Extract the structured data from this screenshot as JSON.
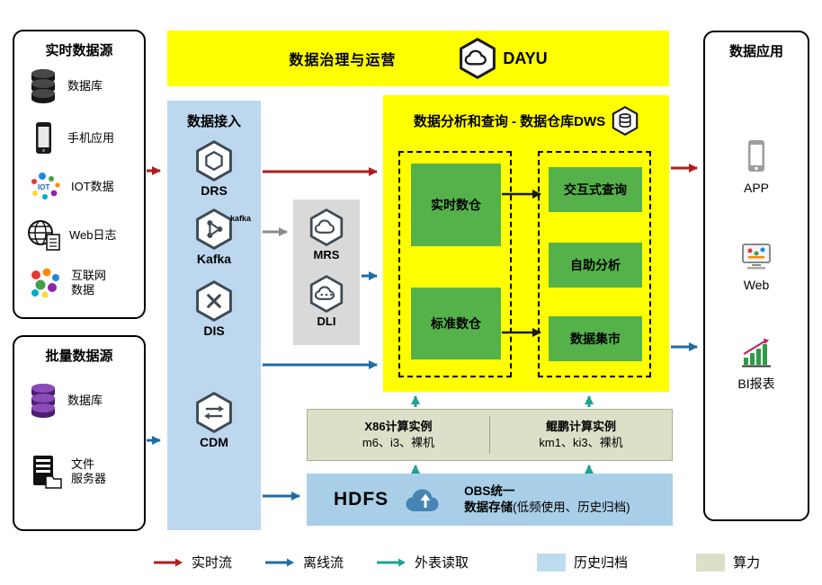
{
  "palette": {
    "highlight_yellow": "#FFFF00",
    "warehouse_green": "#55B24B",
    "ingestion_blue": "#BDD7EE",
    "lake_gray": "#D9D9D9",
    "instance_olive": "#DDE0C9",
    "storage_blue": "#A9CFE8",
    "flow_red": "#AF1E1E",
    "flow_blue": "#1F6BA5",
    "flow_teal": "#1BA393"
  },
  "realtime_sources": {
    "title": "实时数据源",
    "items": [
      {
        "label": "数据库",
        "icon": "database-icon"
      },
      {
        "label": "手机应用",
        "icon": "mobile-icon"
      },
      {
        "label": "IOT数据",
        "icon": "iot-icon"
      },
      {
        "label": "Web日志",
        "icon": "web-log-icon"
      },
      {
        "label": "互联网\n数据",
        "icon": "internet-data-icon"
      }
    ]
  },
  "batch_sources": {
    "title": "批量数据源",
    "items": [
      {
        "label": "数据库",
        "icon": "database-purple-icon"
      },
      {
        "label": "文件\n服务器",
        "icon": "file-server-icon"
      }
    ]
  },
  "governance": {
    "title": "数据治理与运营",
    "product": "DAYU"
  },
  "ingestion": {
    "title": "数据接入",
    "services": [
      {
        "name": "DRS"
      },
      {
        "name": "Kafka",
        "logo_text": "kafka"
      },
      {
        "name": "DIS"
      },
      {
        "name": "CDM"
      }
    ]
  },
  "lake_services": [
    {
      "name": "MRS"
    },
    {
      "name": "DLI"
    }
  ],
  "dws": {
    "title": "数据分析和查询 - 数据仓库DWS",
    "warehouses": [
      {
        "label": "实时数仓"
      },
      {
        "label": "标准数仓"
      }
    ],
    "analytics": [
      {
        "label": "交互式查询"
      },
      {
        "label": "自助分析"
      },
      {
        "label": "数据集市"
      }
    ]
  },
  "compute_instances": {
    "x86_title": "X86计算实例",
    "x86_detail": "m6、i3、裸机",
    "kunpeng_title": "鲲鹏计算实例",
    "kunpeng_detail": "km1、ki3、裸机"
  },
  "storage": {
    "hdfs_label": "HDFS",
    "obs_line1": "OBS统一",
    "obs_line2": "数据存储",
    "obs_note": "(低频使用、历史归档)"
  },
  "applications": {
    "title": "数据应用",
    "items": [
      {
        "label": "APP",
        "icon": "app-icon"
      },
      {
        "label": "Web",
        "icon": "web-browser-icon"
      },
      {
        "label": "BI报表",
        "icon": "bi-report-icon"
      }
    ]
  },
  "legend": {
    "realtime": "实时流",
    "offline": "离线流",
    "external": "外表读取",
    "archive": "历史归档",
    "compute": "算力"
  }
}
